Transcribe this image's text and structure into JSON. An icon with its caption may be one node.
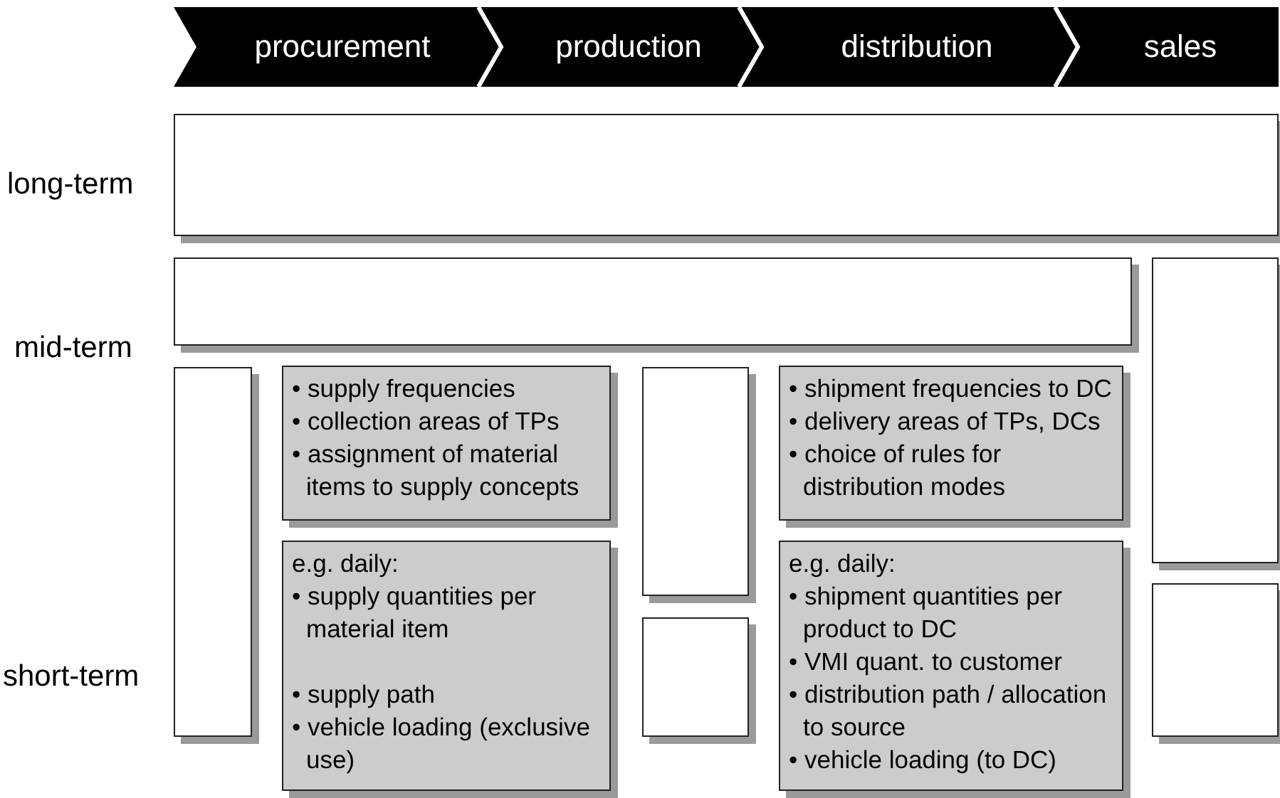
{
  "diagram": {
    "nodes": [
      {
        "text": [
          "procurement"
        ]
      },
      {
        "text": [
          "production"
        ]
      },
      {
        "text": [
          "distribution"
        ]
      },
      {
        "text": [
          "sales"
        ]
      },
      {
        "text": [],
        "shape": "box"
      },
      {
        "text": [],
        "shape": "box"
      },
      {
        "text": [],
        "shape": "box"
      },
      {
        "text": [],
        "shape": "box"
      },
      {
        "text": [
          "• supply frequencies",
          "• collection areas of TPs",
          "• assignment of material items to supply concepts"
        ]
      },
      {
        "text": [],
        "shape": "box"
      },
      {
        "text": [
          "• shipment frequencies to DC",
          "• delivery areas of TPs, DCs",
          "• choice of rules for distribution modes"
        ]
      },
      {
        "text": [
          "e.g. daily:",
          "• supply quantities per material item",
          "• supply path",
          "• vehicle loading (exclusive use)"
        ]
      },
      {
        "text": [],
        "shape": "box"
      },
      {
        "text": [
          "e.g. daily:",
          "• shipment quantities per product to DC",
          "• VMI quant. to customer",
          "• distribution path / allocation to source",
          "• vehicle loading (to DC)"
        ]
      },
      {
        "text": [],
        "shape": "box"
      }
    ],
    "labels": [
      "long-term",
      "mid-term",
      "short-term"
    ]
  }
}
